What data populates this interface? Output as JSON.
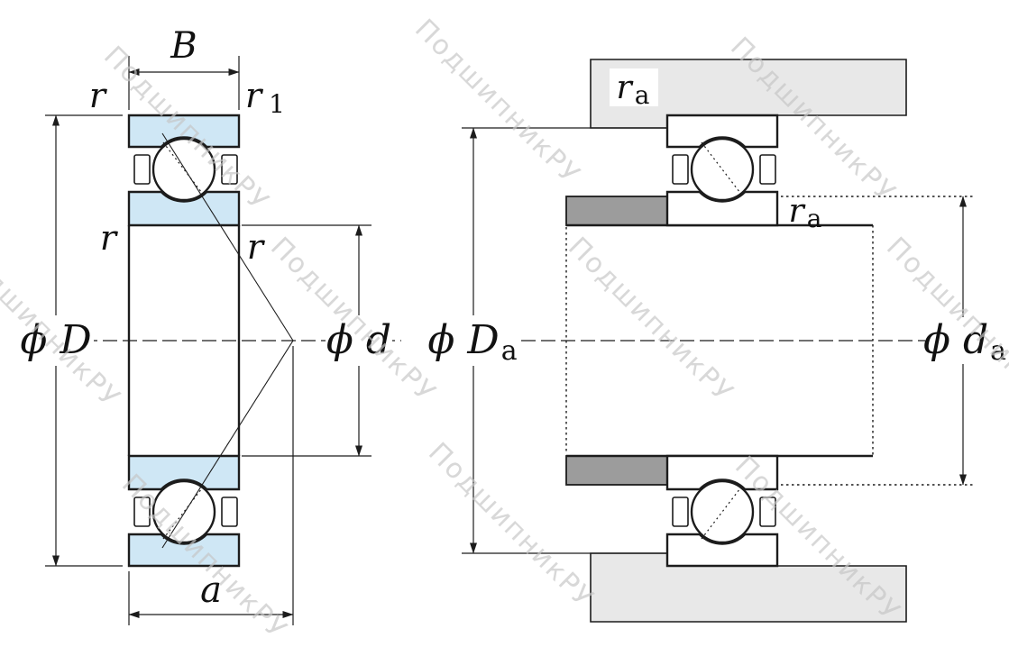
{
  "watermark": {
    "text": "ПодшипникРУ"
  },
  "colors": {
    "ring_fill": "#cfe7f5",
    "housing_fill": "#e8e8e8",
    "shaft_fill": "#9c9c9c",
    "line": "#1c1c1c",
    "watermark": "#c6c6c6"
  },
  "left_view": {
    "labels": {
      "width": "B",
      "fillet_outer_left": "r",
      "fillet_outer_right": "r",
      "fillet_outer_right_sub": "1",
      "fillet_inner_left": "r",
      "fillet_inner_right": "r",
      "outer_diameter": "ϕ D",
      "bore_diameter": "ϕ d",
      "pressure_center_offset": "a"
    }
  },
  "right_view": {
    "labels": {
      "housing_fillet": "r",
      "housing_fillet_sub": "a",
      "shaft_fillet": "r",
      "shaft_fillet_sub": "a",
      "housing_abutment_diameter": "ϕ D",
      "housing_abutment_diameter_sub": "a",
      "shaft_abutment_diameter": "ϕ d",
      "shaft_abutment_diameter_sub": "a"
    }
  }
}
